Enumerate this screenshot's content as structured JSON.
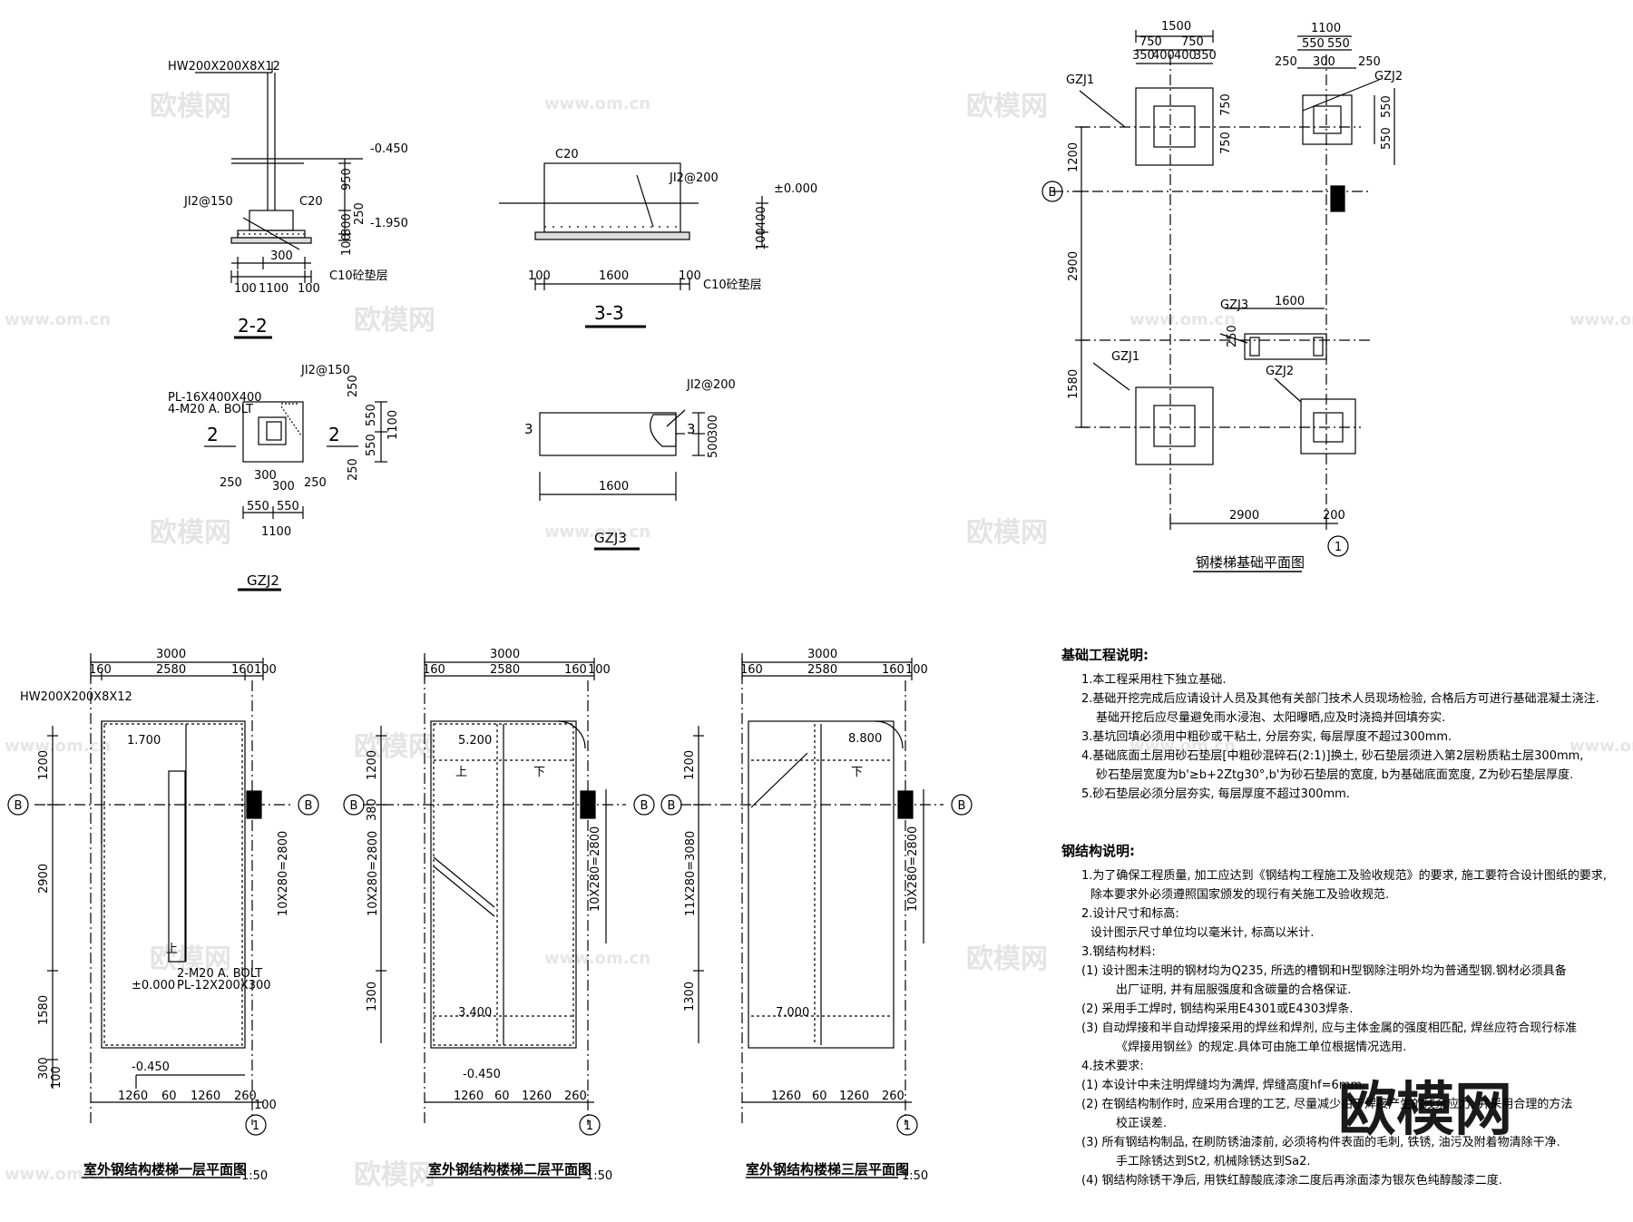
{
  "watermarks": {
    "cn": "欧模网",
    "url": "www.om.cn",
    "brand": "欧模网"
  },
  "detail_2_2": {
    "title": "2-2",
    "hw": "HW200X200X8X12",
    "elev1": "-0.450",
    "elev2": "-1.950",
    "rebar": "JI2@150",
    "concrete": "C20",
    "bed": "C10砼垫层",
    "dims": {
      "d950": "950",
      "d250": "250",
      "d300v": "300",
      "d100v": "100",
      "d300": "300",
      "d100a": "100",
      "d1100": "1100",
      "d100b": "100"
    }
  },
  "detail_3_3": {
    "title": "3-3",
    "concrete": "C20",
    "rebar": "JI2@200",
    "elev": "±0.000",
    "bed": "C10砼垫层",
    "dims": {
      "d400": "400",
      "d100v": "100",
      "d100a": "100",
      "d1600": "1600",
      "d100b": "100"
    }
  },
  "gzj2": {
    "title": "GZJ2",
    "plate": "PL-16X400X400",
    "bolt": "4-M20 A. BOLT",
    "rebar": "JI2@150",
    "sec": "2",
    "dims": {
      "r250a": "250",
      "r550a": "550",
      "r550b": "550",
      "r1100": "1100",
      "r250b": "250",
      "b250a": "250",
      "b300a": "300",
      "b300b": "300",
      "b250b": "250",
      "b550a": "550",
      "b550b": "550",
      "b1100": "1100"
    }
  },
  "gzj3": {
    "title": "GZJ3",
    "rebar": "JI2@200",
    "sec": "3",
    "dims": {
      "d300": "300",
      "d500": "500",
      "d1600": "1600"
    }
  },
  "found_plan": {
    "title": "钢楼梯基础平面图",
    "axis_b": "B",
    "axis_1": "1",
    "gzj1": "GZJ1",
    "gzj2": "GZJ2",
    "gzj3": "GZJ3",
    "top": {
      "d1500": "1500",
      "d750a": "750",
      "d750b": "750",
      "d350a": "350",
      "d400a": "400",
      "d400b": "400",
      "d350b": "350",
      "d1100": "1100",
      "d550a": "550",
      "d550b": "550",
      "d250a": "250",
      "d300": "300",
      "d250b": "250"
    },
    "left": {
      "d1200": "1200",
      "d2900": "2900",
      "d1580": "1580"
    },
    "right": {
      "d750a": "750",
      "d750b": "750",
      "d550a": "550",
      "d550b": "550"
    },
    "mid": {
      "d1600": "1600",
      "d250": "250"
    },
    "bottom": {
      "d2900": "2900",
      "d200": "200"
    }
  },
  "plan_common": {
    "axis_b": "B",
    "axis_1": "1",
    "top": {
      "d3000": "3000",
      "d160a": "160",
      "d2580": "2580",
      "d160b": "160",
      "d100": "100"
    },
    "bottom": {
      "d1260a": "1260",
      "d60": "60",
      "d1260b": "1260",
      "d260": "260",
      "d100": "100"
    },
    "left": {
      "d1200": "1200",
      "d2900": "2900",
      "d1580": "1580"
    },
    "scale": "1:50"
  },
  "plan1": {
    "title": "室外钢结构楼梯一层平面图",
    "hw": "HW200X200X8X12",
    "land": "1.700",
    "base": "±0.000",
    "bottom": "-0.450",
    "bolt": "2-M20 A. BOLT",
    "plate": "PL-12X200X300",
    "stair_label": "上",
    "flight": "10X280=2800",
    "left_extra": {
      "d300": "300",
      "d100": "100"
    }
  },
  "plan2": {
    "title": "室外钢结构楼梯二层平面图",
    "land": "5.200",
    "land2": "3.400",
    "bottom": "-0.450",
    "up": "上",
    "down": "下",
    "flight_l": "10X280=2800",
    "flight_r": "10X280=2800",
    "left": {
      "d1200": "1200",
      "d380": "380",
      "d1300": "1300"
    }
  },
  "plan3": {
    "title": "室外钢结构楼梯三层平面图",
    "land": "8.800",
    "land2": "7.000",
    "down": "下",
    "flight_l": "11X280=3080",
    "flight_r": "10X280=2800",
    "left": {
      "d1200": "1200",
      "d1300": "1300"
    }
  },
  "notes_found": {
    "heading": "基础工程说明:",
    "lines": [
      "1.本工程采用柱下独立基础.",
      "2.基础开挖完成后应请设计人员及其他有关部门技术人员现场检验, 合格后方可进行基础混凝土浇注.",
      "基础开挖后应尽量避免雨水浸泡、太阳曝晒,应及时浇捣并回填夯实.",
      "3.基坑回填必须用中粗砂或干粘土, 分层夯实, 每层厚度不超过300mm.",
      "4.基础底面土层用砂石垫层[中粗砂混碎石(2:1)]换土, 砂石垫层须进入第2层粉质粘土层300mm,",
      "砂石垫层宽度为b'≥b+2Ztg30°,b'为砂石垫层的宽度, b为基础底面宽度, Z为砂石垫层厚度.",
      "5.砂石垫层必须分层夯实, 每层厚度不超过300mm."
    ]
  },
  "notes_steel": {
    "heading": "钢结构说明:",
    "l1": "1.为了确保工程质量, 加工应达到《钢结构工程施工及验收规范》的要求, 施工要符合设计图纸的要求,",
    "l1b": "除本要求外必须遵照国家颁发的现行有关施工及验收规范.",
    "l2": "2.设计尺寸和标高:",
    "l2b": "设计图示尺寸单位均以毫米计, 标高以米计.",
    "l3": "3.钢结构材料:",
    "l3_1": "(1)    设计图未注明的钢材均为Q235, 所选的槽钢和H型钢除注明外均为普通型钢.钢材必须具备",
    "l3_1b": "出厂证明, 并有屈服强度和含碳量的合格保证.",
    "l3_2": "(2)    采用手工焊时, 钢结构采用E4301或E4303焊条.",
    "l3_3": "(3)    自动焊接和半自动焊接采用的焊丝和焊剂, 应与主体金属的强度相匹配, 焊丝应符合现行标准",
    "l3_3b": "《焊接用钢丝》的规定.具体可由施工单位根据情况选用.",
    "l4": "4.技术要求:",
    "l4_1": "(1)    本设计中未注明焊缝均为满焊, 焊缝高度hf=6mm.",
    "l4_2": "(2)    在钢结构制作时, 应采用合理的工艺, 尽量减少由于焊接产生的残余应力, 并采用合理的方法",
    "l4_2b": "校正误差.",
    "l4_3": "(3)    所有钢结构制品, 在刷防锈油漆前, 必须将构件表面的毛刺, 铁锈, 油污及附着物清除干净.",
    "l4_3b": "手工除锈达到St2, 机械除锈达到Sa2.",
    "l4_4": "(4)    钢结构除锈干净后, 用铁红醇酸底漆涂二度后再涂面漆为银灰色纯醇酸漆二度."
  }
}
